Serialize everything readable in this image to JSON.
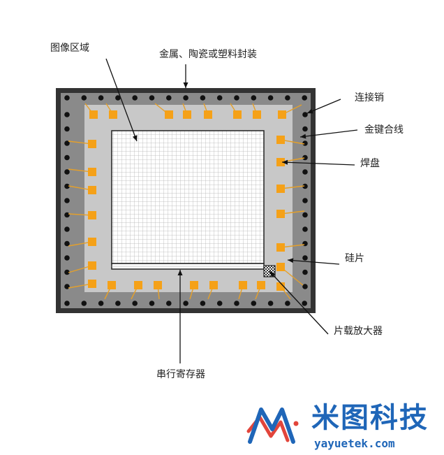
{
  "labels": {
    "image_area": "图像区域",
    "package": "金属、陶瓷或塑料封装",
    "connect_pin": "连接销",
    "gold_wire": "金键合线",
    "bond_pad": "焊盘",
    "silicon_die": "硅片",
    "onchip_amp": "片载放大器",
    "shift_register": "串行寄存器"
  },
  "logo": {
    "brand": "米图科技",
    "url": "yayuetek.com"
  },
  "colors": {
    "package_outer": "#333333",
    "package_inner": "#8a8a8a",
    "die": "#c8c8c8",
    "pad": "#f5a118",
    "wire": "#e5a02a",
    "pin": "#111111",
    "grid_line": "#b4b4b4",
    "logo_blue": "#1f66b8",
    "logo_red": "#e2453b"
  }
}
